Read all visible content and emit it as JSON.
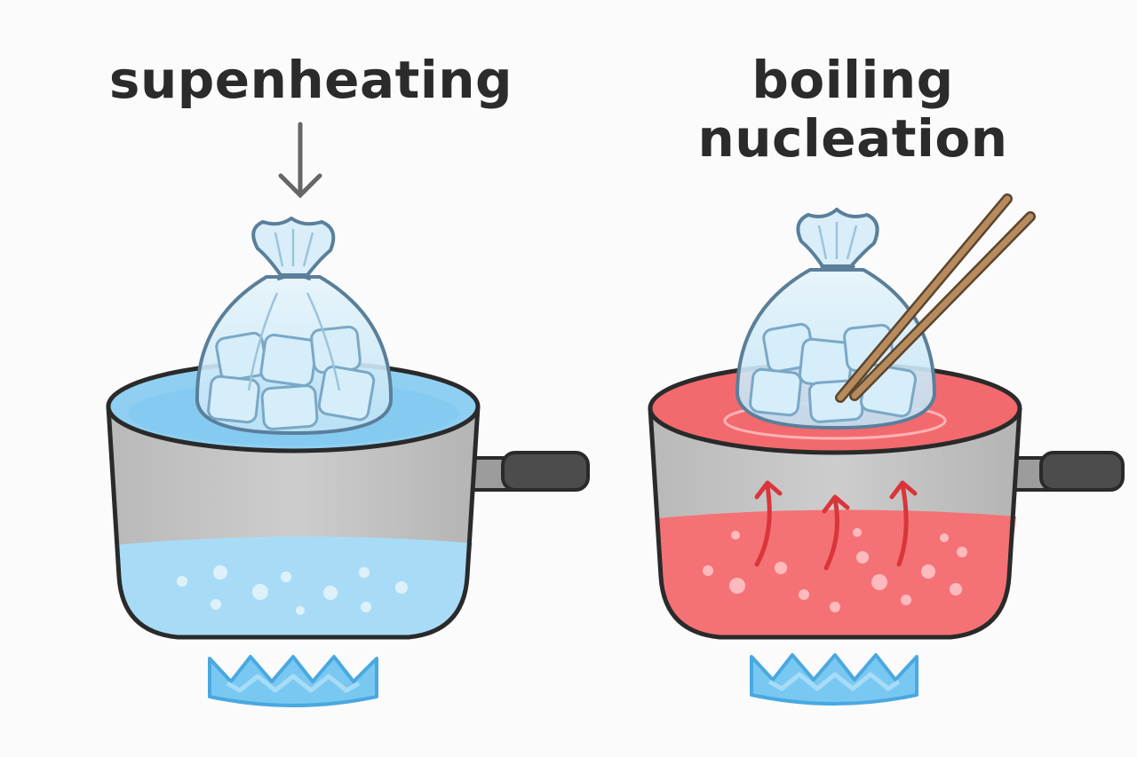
{
  "panels": [
    {
      "title": "supenheating",
      "colors": {
        "water_top": "#8fd0f2",
        "water_bottom": "#a8dcf6",
        "flame": "#62bdf0"
      }
    },
    {
      "title_lines": [
        "boiling",
        "nucleation"
      ],
      "colors": {
        "water_top": "#f26a6e",
        "water_bottom": "#f47275",
        "flame": "#62bdf0",
        "arrow": "#d9353b",
        "chopsticks": "#b88b5c"
      }
    }
  ],
  "icons": [
    "arrow-down-icon",
    "ice-bag-icon",
    "ice-cube-icon",
    "pot-icon",
    "flame-icon",
    "chopsticks-icon",
    "heat-arrow-icon"
  ]
}
